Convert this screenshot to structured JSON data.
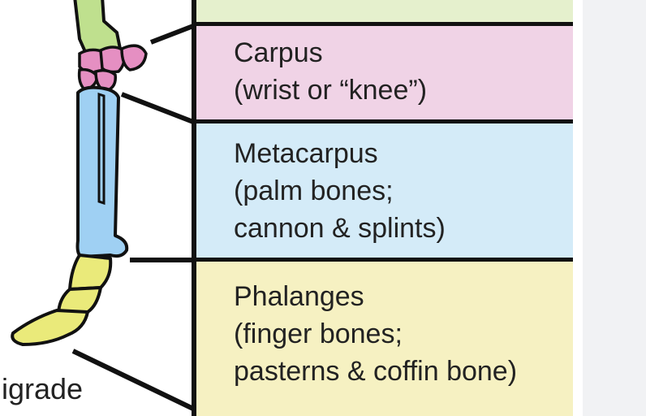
{
  "colors": {
    "top_band": "#e5f0cd",
    "carpus": "#f0d3e6",
    "metacarpus": "#d4ebf8",
    "phalanges": "#f6f1c2",
    "upper_bone": "#bfe08e",
    "carpal_bones": "#e58fc2",
    "metacarpal_bone": "#9fd0f3",
    "phalanx_bones": "#eaea7a",
    "outline": "#111111"
  },
  "bands": [
    {
      "id": "carpus",
      "lines": [
        "Carpus",
        "(wrist or “knee”)"
      ]
    },
    {
      "id": "metacarpus",
      "lines": [
        "Metacarpus",
        "(palm bones;",
        "cannon & splints)"
      ]
    },
    {
      "id": "phalanges",
      "lines": [
        "Phalanges",
        "(finger bones;",
        "pasterns & coffin bone)"
      ]
    }
  ],
  "caption": "ligrade"
}
